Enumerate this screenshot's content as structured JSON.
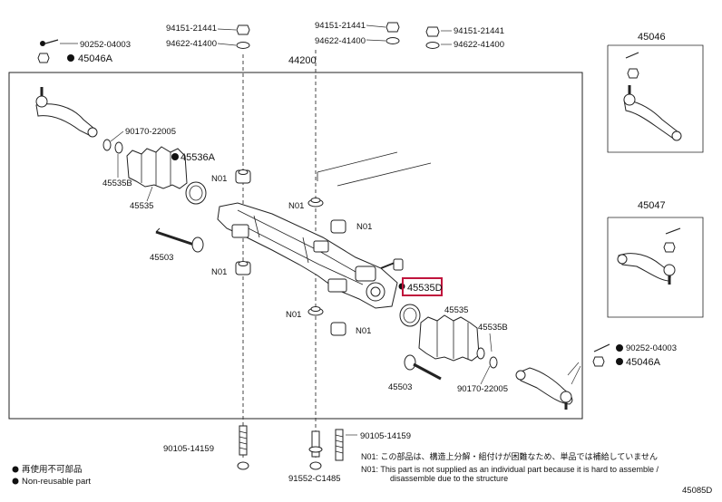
{
  "top": {
    "p94151_a": "94151-21441",
    "p94622_a": "94622-41400",
    "p94151_b": "94151-21441",
    "p94622_b": "94622-41400",
    "p94151_c": "94151-21441",
    "p94622_c": "94622-41400",
    "assembly": "44200"
  },
  "left": {
    "p90252": "90252-04003",
    "p45046A": "45046A",
    "p90170": "90170-22005",
    "p45536A": "45536A",
    "p45535B": "45535B",
    "p45535": "45535",
    "p45503": "45503",
    "n01_a": "N01",
    "n01_b": "N01"
  },
  "center": {
    "n01_c": "N01",
    "n01_d": "N01",
    "n01_e": "N01",
    "n01_f": "N01",
    "p45535D": "45535D",
    "p45535": "45535",
    "p45535B": "45535B",
    "p45503": "45503",
    "p90170": "90170-22005"
  },
  "right": {
    "p45046": "45046",
    "p45047": "45047",
    "p90252": "90252-04003",
    "p45046A": "45046A"
  },
  "bottom": {
    "p90105_a": "90105-14159",
    "p90105_b": "90105-14159",
    "p91552": "91552-C1485",
    "note1": "N01: この部品は、構造上分解・組付けが困難なため、単品では補給していません",
    "note2a": "N01: This part is not supplied as an individual part because it is hard to assemble /",
    "note2b": "disassemble due to the structure",
    "legend_jp": "再使用不可部品",
    "legend_en": "Non-reusable part",
    "code": "45085D"
  },
  "highlight_color": "#c0143c"
}
